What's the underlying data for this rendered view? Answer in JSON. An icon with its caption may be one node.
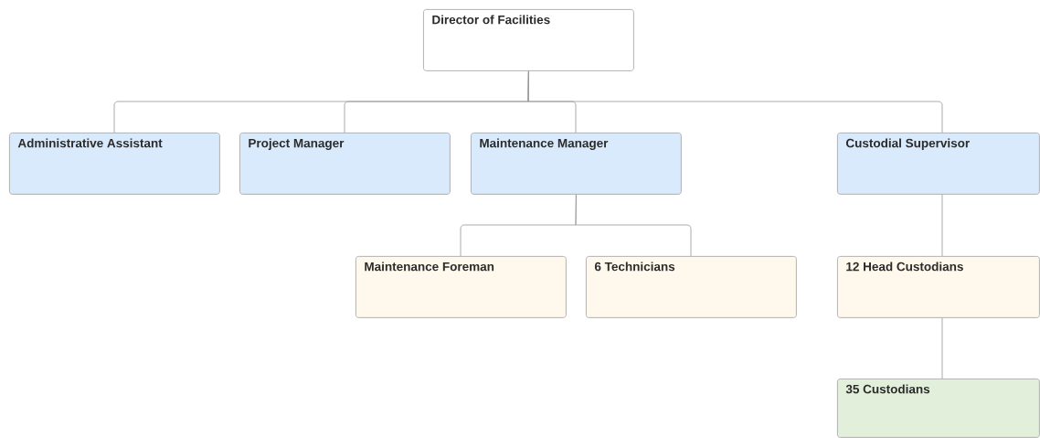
{
  "diagram": {
    "nodes": [
      {
        "text": [
          "Director of Facilities"
        ]
      },
      {
        "text": [
          "Administrative Assistant"
        ]
      },
      {
        "text": [
          "Project Manager"
        ]
      },
      {
        "text": [
          "Maintenance Manager"
        ]
      },
      {
        "text": [
          "Custodial Supervisor"
        ]
      },
      {
        "text": [
          "Maintenance Foreman"
        ]
      },
      {
        "text": [
          "6 Technicians"
        ]
      },
      {
        "text": [
          "12 Head Custodians"
        ]
      },
      {
        "text": [
          "35 Custodians"
        ]
      }
    ],
    "edges": [
      {
        "from": 0,
        "to": 1,
        "arrow": "none"
      },
      {
        "from": 0,
        "to": 2,
        "arrow": "none"
      },
      {
        "from": 0,
        "to": 3,
        "arrow": "none"
      },
      {
        "from": 0,
        "to": 4,
        "arrow": "none"
      },
      {
        "from": 3,
        "to": 5,
        "arrow": "none"
      },
      {
        "from": 3,
        "to": 6,
        "arrow": "none"
      },
      {
        "from": 4,
        "to": 7,
        "arrow": "none"
      },
      {
        "from": 7,
        "to": 8,
        "arrow": "none"
      }
    ]
  }
}
